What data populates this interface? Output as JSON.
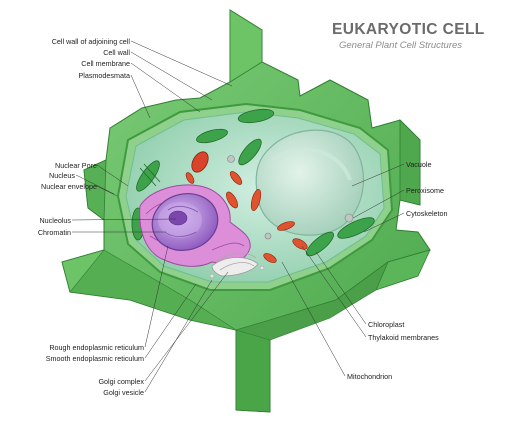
{
  "title": "EUKARYOTIC CELL",
  "subtitle": "General Plant Cell Structures",
  "labels_left": {
    "cell_wall_adjoining": "Cell wall of adjoining cell",
    "cell_wall": "Cell wall",
    "cell_membrane": "Cell membrane",
    "plasmodesmata": "Plasmodesmata",
    "nuclear_pore": "Nuclear Pore",
    "nucleus": "Nucleus",
    "nuclear_envelope": "Nuclear envelope",
    "nucleolus": "Nucleolus",
    "chromatin": "Chromatin",
    "rough_er": "Rough endoplasmic reticulum",
    "smooth_er": "Smooth endoplasmic reticulum",
    "golgi_complex": "Golgi complex",
    "golgi_vesicle": "Golgi vesicle"
  },
  "labels_right": {
    "vacuole": "Vacuole",
    "peroxisome": "Peroxisome",
    "cytoskeleton": "Cytoskeleton",
    "chloroplast": "Chloroplast",
    "thylakoid_membranes": "Thylakoid membranes",
    "mitochondrion": "Mitochondrion"
  },
  "colors": {
    "wall": "#5cb85a",
    "wall_dark": "#3f9a3e",
    "wall_light": "#8fd68a",
    "cytoplasm": "#a8dcc4",
    "vacuole": "#b9dccc",
    "nucleus": "#b58ad6",
    "er": "#d98ad6",
    "mitochondrion": "#e0462a",
    "chloroplast": "#3da34a",
    "title": "#6b6b6b"
  }
}
